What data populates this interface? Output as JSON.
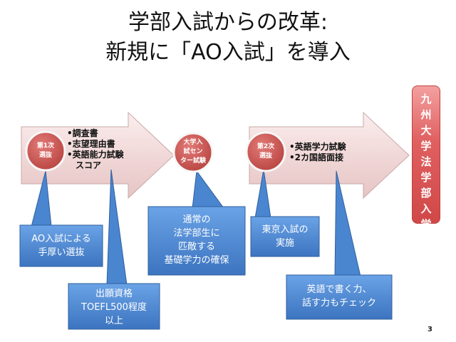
{
  "title_line1": "学部入試からの改革:",
  "title_line2": "新規に「AO入試」を導入",
  "stage1": {
    "circle_l1": "第1次",
    "circle_l2": "選抜",
    "items": [
      "•調査書",
      "•志望理由書",
      "•英語能力試験",
      "　スコア"
    ]
  },
  "stage2": {
    "circle_l1": "大学入",
    "circle_l2": "試セン",
    "circle_l3": "ター試験"
  },
  "stage3": {
    "circle_l1": "第2次",
    "circle_l2": "選抜",
    "items": [
      "•英語学力試験",
      "•2カ国語面接"
    ]
  },
  "side_label": "九州大学法学部入学",
  "callouts": {
    "c1": [
      "AO入試による",
      "手厚い選抜"
    ],
    "c2": [
      "出願資格",
      "TOEFL500程度",
      "以上"
    ],
    "c3": [
      "通常の",
      "法学部生に",
      "匹敵する",
      "基礎学力の確保"
    ],
    "c4": [
      "東京入試の",
      "実施"
    ],
    "c5": [
      "英語で書く力、",
      "話す力もチェック"
    ]
  },
  "page_number": "3",
  "colors": {
    "arrow_fill": "#f2dede",
    "circle_fill": "#c0504d",
    "callout_fill": "#4a86d0",
    "side_box": "#e06060"
  }
}
